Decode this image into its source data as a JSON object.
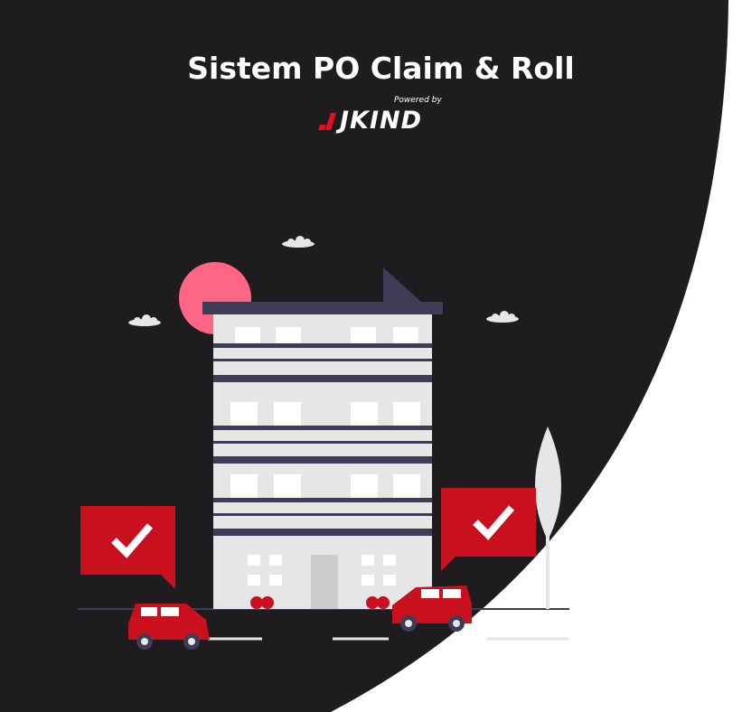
{
  "header": {
    "title": "Sistem PO Claim & Roll",
    "powered_by": "Powered by",
    "brand": "JKIND"
  },
  "colors": {
    "background_dark": "#1e1c1e",
    "accent_red": "#c8101e",
    "sun_pink": "#ff6584",
    "building_gray": "#e6e6e6",
    "building_trim": "#3f3d56"
  }
}
